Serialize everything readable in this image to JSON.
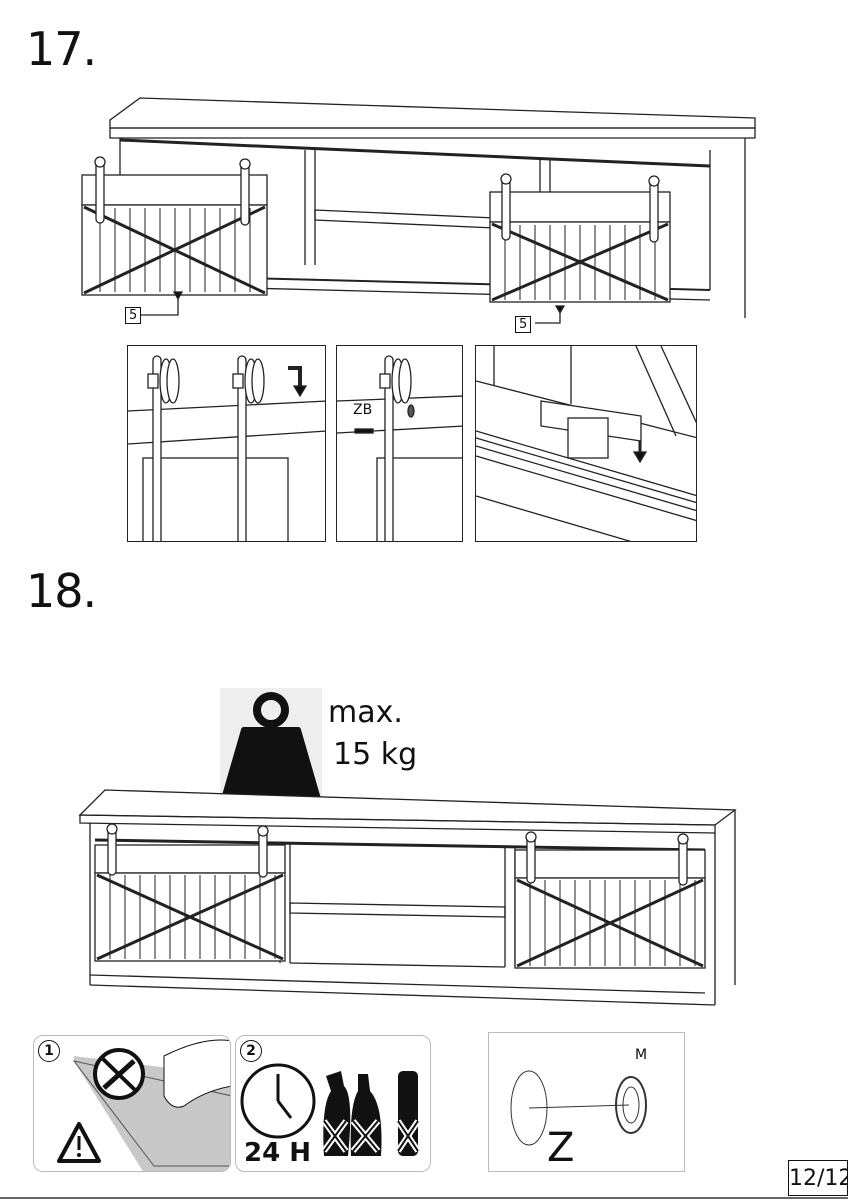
{
  "steps": [
    {
      "number": "17.",
      "part_labels": [
        "5",
        "5"
      ],
      "detail_labels": {
        "fitting": "ZB"
      }
    },
    {
      "number": "18.",
      "weight": {
        "label": "max.",
        "value": "15 kg",
        "icon": "weight-icon"
      }
    }
  ],
  "care_instructions": [
    {
      "number": "1",
      "icon": "peel-film-no-tools-icon"
    },
    {
      "number": "2",
      "caption": "24 H",
      "icon": "clock-no-cleaners-icon"
    }
  ],
  "wall_mount": {
    "labels": [
      "M",
      "Z"
    ]
  },
  "page_number": "12/12"
}
